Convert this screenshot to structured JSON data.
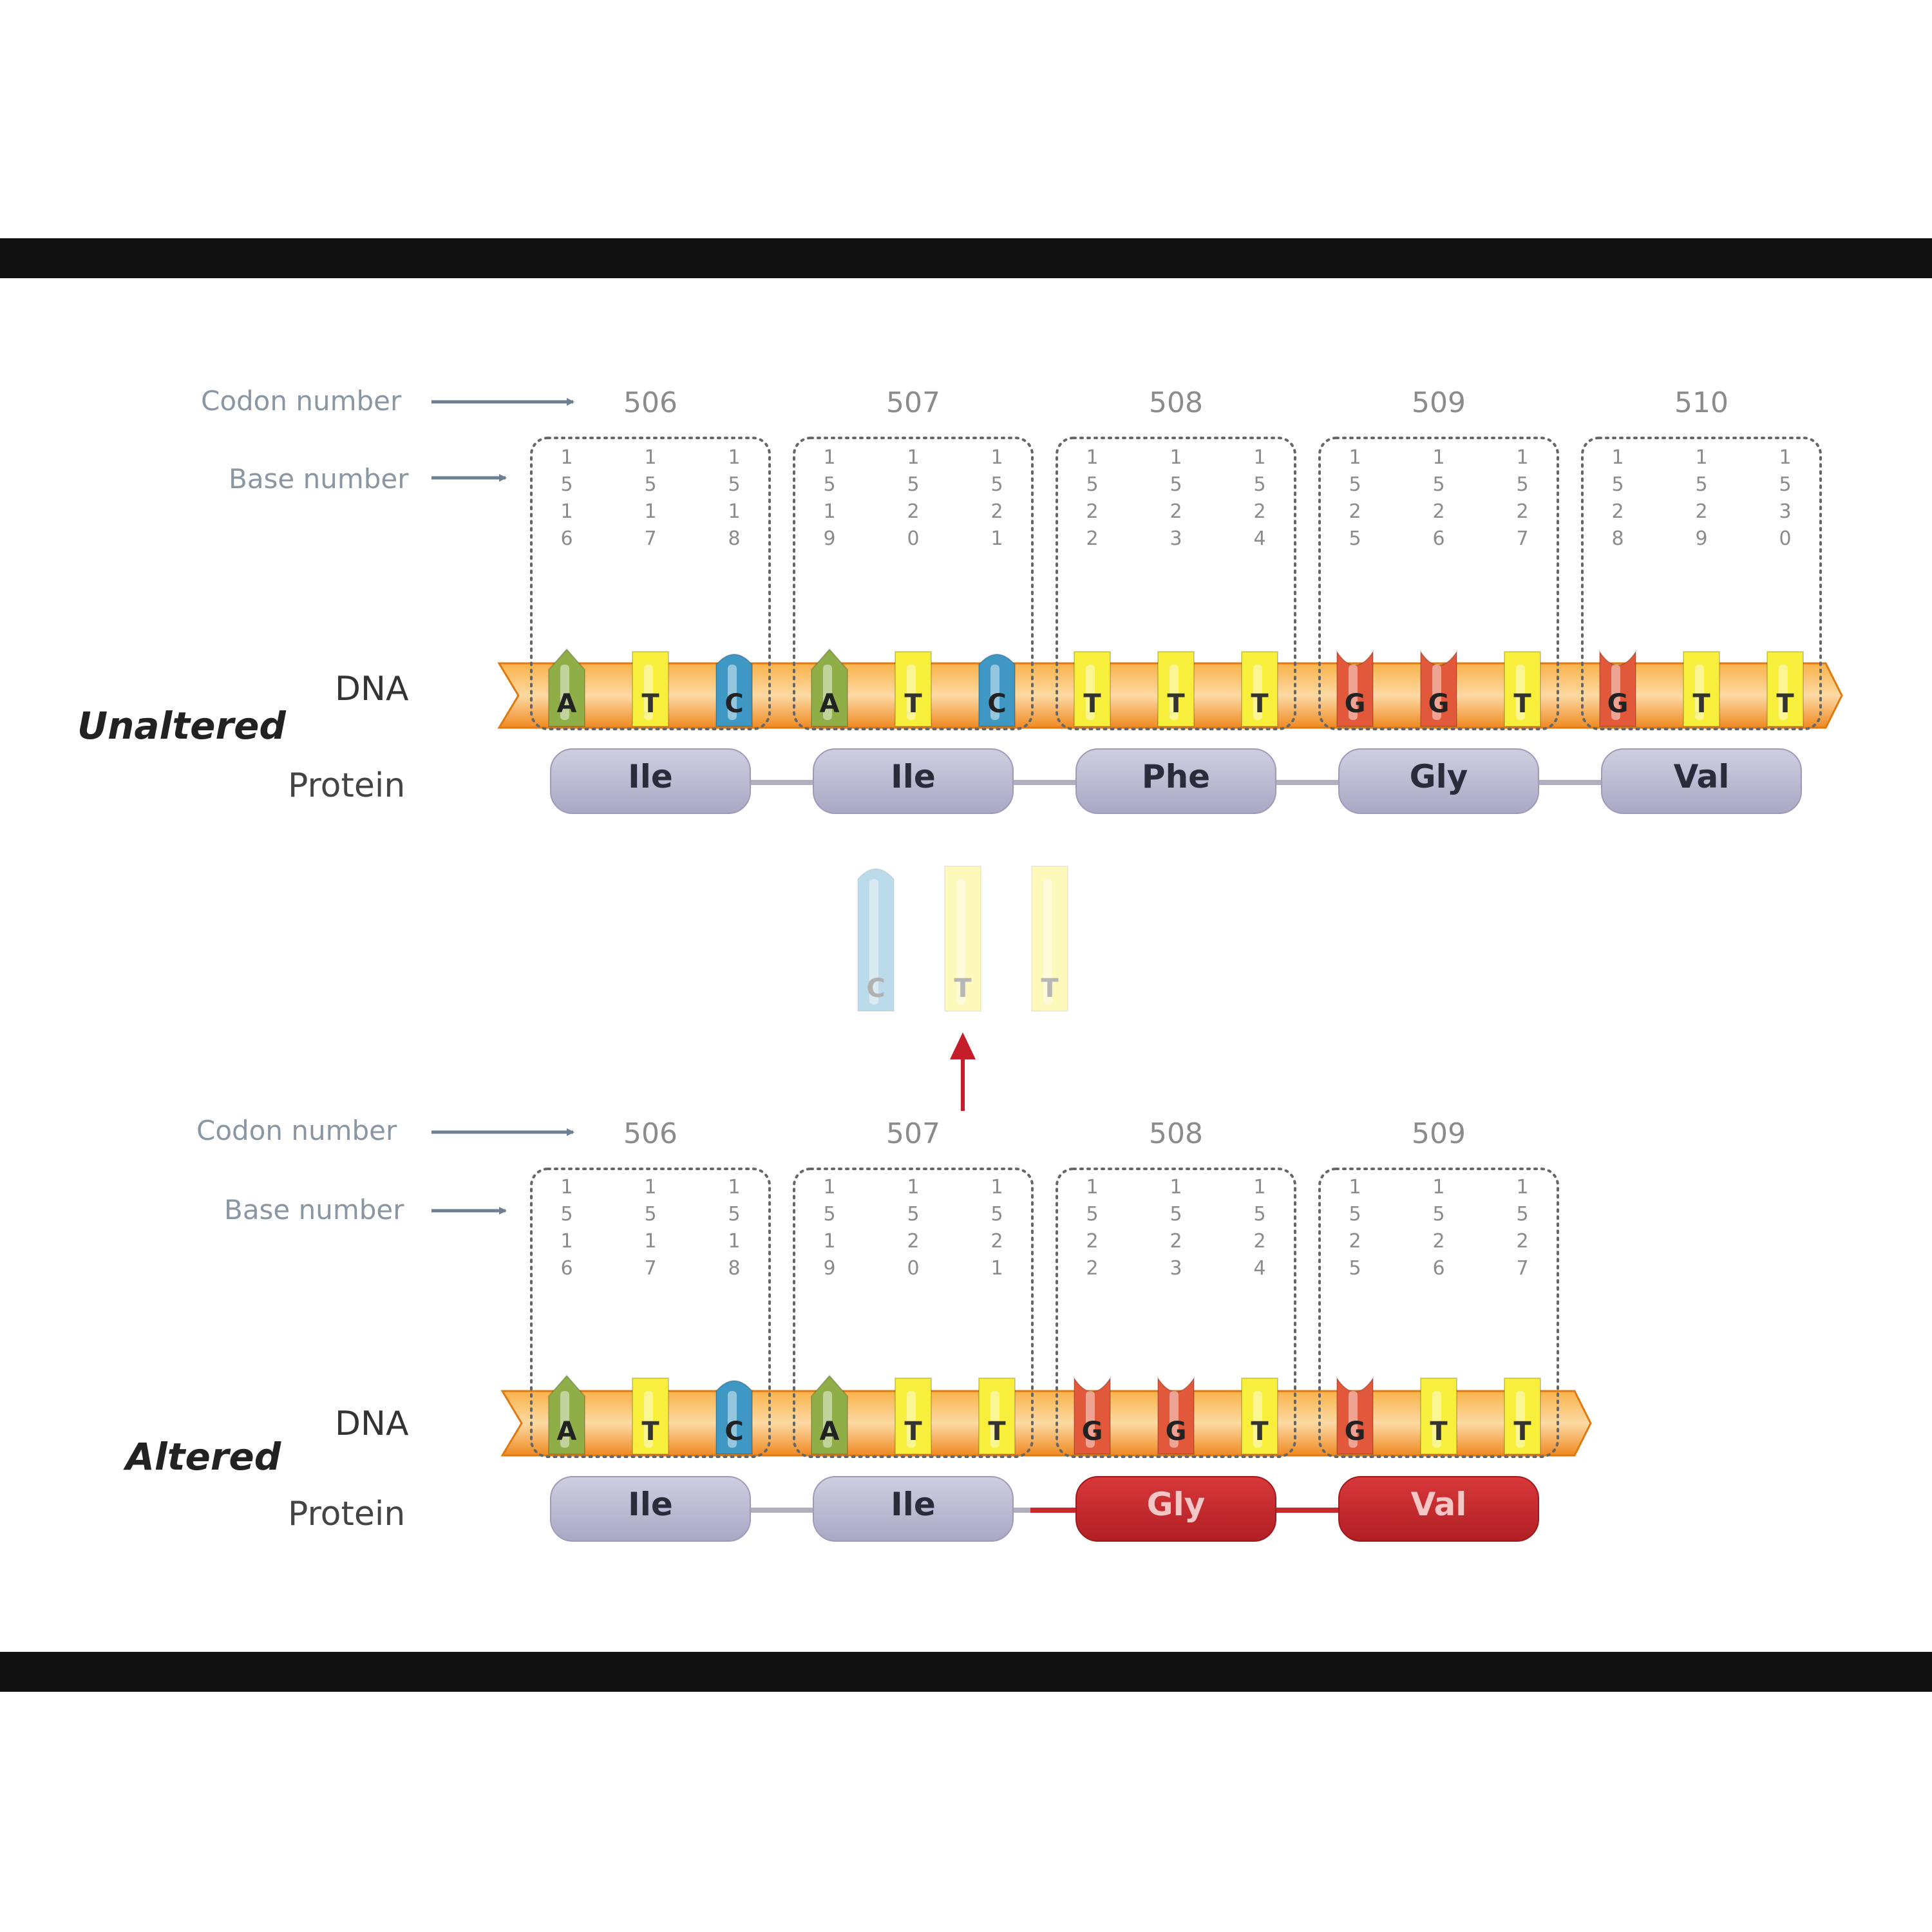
{
  "labels": {
    "codon_number": "Codon number",
    "base_number": "Base number",
    "dna": "DNA",
    "protein": "Protein"
  },
  "colors": {
    "A": "#8fae48",
    "T": "#f7ef3c",
    "C": "#3f97c4",
    "G": "#e2583a",
    "protein_normal": "#b7b6cf",
    "protein_changed": "#c8292c",
    "backbone": "#f39a2f",
    "deletion_arrow": "#c41e2a"
  },
  "panels": [
    {
      "title": "Unaltered",
      "codons": [
        {
          "number": "506",
          "amino_acid": "Ile",
          "changed": false,
          "bases": [
            {
              "base": "A",
              "number": "1516"
            },
            {
              "base": "T",
              "number": "1517"
            },
            {
              "base": "C",
              "number": "1518"
            }
          ]
        },
        {
          "number": "507",
          "amino_acid": "Ile",
          "changed": false,
          "bases": [
            {
              "base": "A",
              "number": "1519"
            },
            {
              "base": "T",
              "number": "1520"
            },
            {
              "base": "C",
              "number": "1521"
            }
          ]
        },
        {
          "number": "508",
          "amino_acid": "Phe",
          "changed": false,
          "bases": [
            {
              "base": "T",
              "number": "1522"
            },
            {
              "base": "T",
              "number": "1523"
            },
            {
              "base": "T",
              "number": "1524"
            }
          ]
        },
        {
          "number": "509",
          "amino_acid": "Gly",
          "changed": false,
          "bases": [
            {
              "base": "G",
              "number": "1525"
            },
            {
              "base": "G",
              "number": "1526"
            },
            {
              "base": "T",
              "number": "1527"
            }
          ]
        },
        {
          "number": "510",
          "amino_acid": "Val",
          "changed": false,
          "bases": [
            {
              "base": "G",
              "number": "1528"
            },
            {
              "base": "T",
              "number": "1529"
            },
            {
              "base": "T",
              "number": "1530"
            }
          ]
        }
      ]
    },
    {
      "title": "Altered",
      "codons": [
        {
          "number": "506",
          "amino_acid": "Ile",
          "changed": false,
          "bases": [
            {
              "base": "A",
              "number": "1516"
            },
            {
              "base": "T",
              "number": "1517"
            },
            {
              "base": "C",
              "number": "1518"
            }
          ]
        },
        {
          "number": "507",
          "amino_acid": "Ile",
          "changed": false,
          "bases": [
            {
              "base": "A",
              "number": "1519"
            },
            {
              "base": "T",
              "number": "1520"
            },
            {
              "base": "T",
              "number": "1521"
            }
          ]
        },
        {
          "number": "508",
          "amino_acid": "Gly",
          "changed": true,
          "bases": [
            {
              "base": "G",
              "number": "1522"
            },
            {
              "base": "G",
              "number": "1523"
            },
            {
              "base": "T",
              "number": "1524"
            }
          ]
        },
        {
          "number": "509",
          "amino_acid": "Val",
          "changed": true,
          "bases": [
            {
              "base": "G",
              "number": "1525"
            },
            {
              "base": "T",
              "number": "1526"
            },
            {
              "base": "T",
              "number": "1527"
            }
          ]
        }
      ]
    }
  ],
  "deleted_bases": [
    "C",
    "T",
    "T"
  ]
}
